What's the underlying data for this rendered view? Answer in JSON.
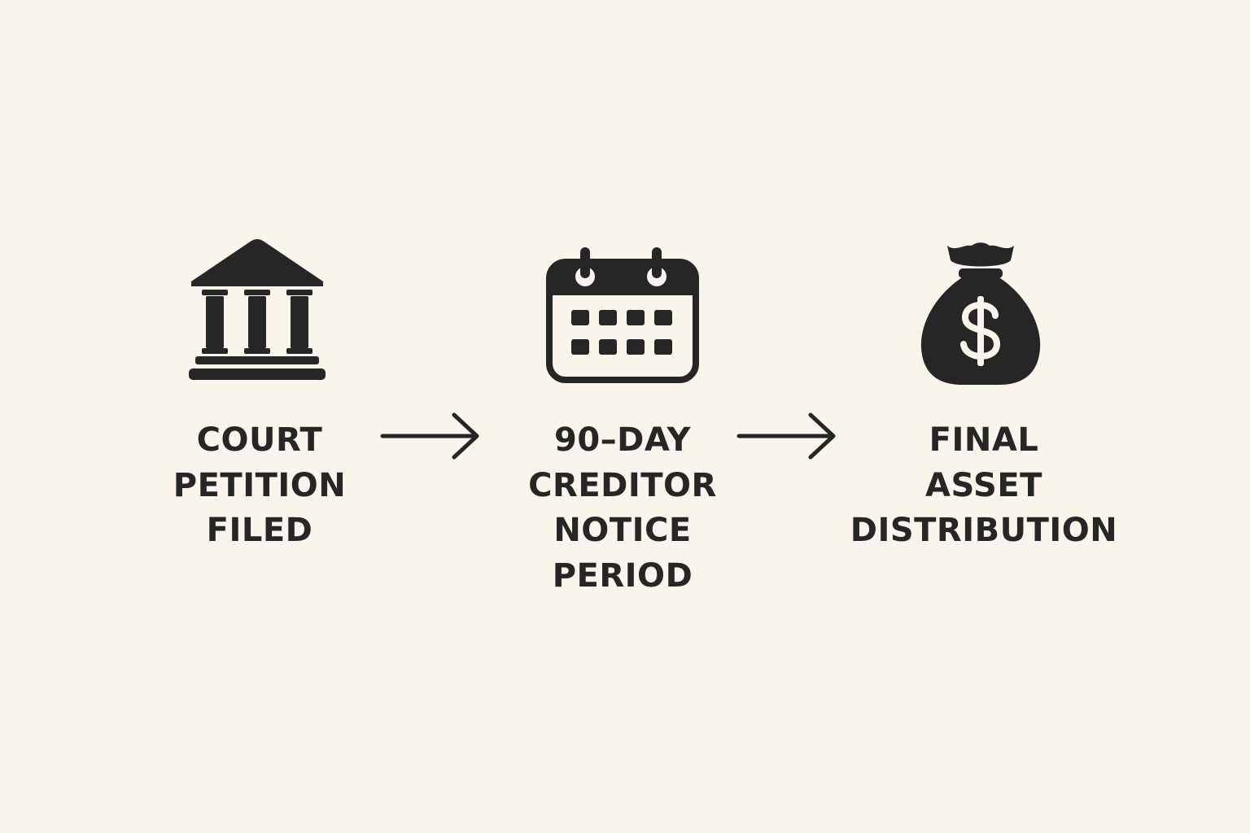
{
  "colors": {
    "background": "#f9f4ec",
    "ink": "#262626"
  },
  "steps": [
    {
      "icon": "courthouse-icon",
      "lines": [
        "COURT",
        "PETITION",
        "FILED"
      ]
    },
    {
      "icon": "calendar-icon",
      "lines": [
        "90–DAY",
        "CREDITOR",
        "NOTICE",
        "PERIOD"
      ]
    },
    {
      "icon": "money-bag-icon",
      "lines": [
        "FINAL",
        "ASSET",
        "DISTRIBUTION"
      ]
    }
  ],
  "connectors": [
    "arrow-right-icon",
    "arrow-right-icon"
  ]
}
